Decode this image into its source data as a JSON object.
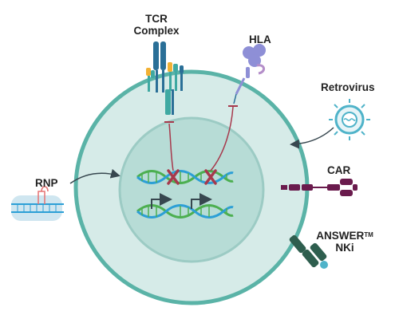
{
  "labels": {
    "tcr_line1": "TCR",
    "tcr_line2": "Complex",
    "hla": "HLA",
    "retrovirus": "Retrovirus",
    "rnp": "RNP",
    "car": "CAR",
    "answer": "ANSWER",
    "answer_mark": "TM",
    "nki": "NKi"
  },
  "colors": {
    "cell_fill": "#d6ebe8",
    "cell_border": "#5ab3a7",
    "nucleus_fill": "#b7dcd6",
    "nucleus_border": "#9ccbc4",
    "dna_green": "#4caf50",
    "dna_blue": "#2c9fd6",
    "inhibit_red": "#a7394c",
    "cross_red": "#a7394c",
    "arrow_dark": "#37474f",
    "tcr_blue": "#2a6f97",
    "tcr_teal": "#3fa9a2",
    "tcr_yellow": "#f2b134",
    "hla_purple": "#8e8fd6",
    "car_purple": "#6a1b4d",
    "answer_green": "#2e5e4e",
    "virus_teal": "#4fb3c9"
  },
  "icons": [
    "tcr-complex-icon",
    "hla-icon",
    "retrovirus-icon",
    "rnp-icon",
    "car-icon",
    "answer-nki-icon",
    "dna-helix-icon"
  ]
}
